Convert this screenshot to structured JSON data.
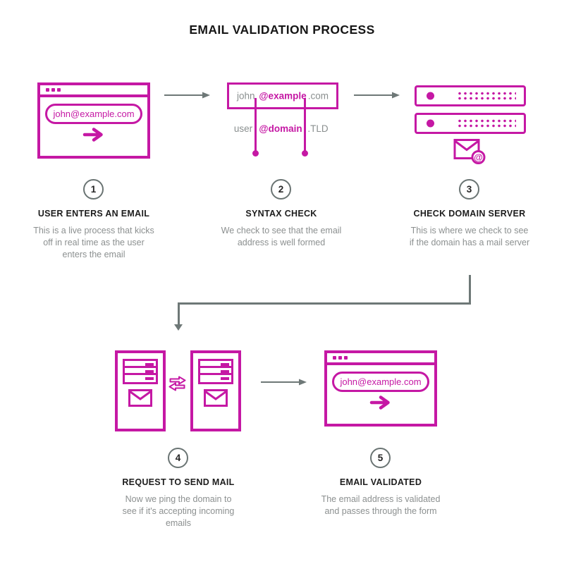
{
  "title": "EMAIL VALIDATION PROCESS",
  "email_value": "john@example.com",
  "syntax_example": {
    "user_part": "john",
    "domain_part": "@example",
    "tld_part": ".com"
  },
  "syntax_schema": {
    "user_part": "user",
    "domain_part": "@domain",
    "tld_part": ".TLD"
  },
  "icons": {
    "at_symbol": "@"
  },
  "colors": {
    "accent_magenta": "#c518a4",
    "connector_gray": "#6e7877",
    "heading_text": "#1d1d1d",
    "body_text": "#8c9090"
  },
  "steps": [
    {
      "number": "1",
      "title": "USER ENTERS AN EMAIL",
      "description": "This is a live process that kicks off in real time as the user enters the email"
    },
    {
      "number": "2",
      "title": "SYNTAX CHECK",
      "description": "We check to see that the email address is well formed"
    },
    {
      "number": "3",
      "title": "CHECK DOMAIN SERVER",
      "description": "This is where we check to see if the domain has a mail server"
    },
    {
      "number": "4",
      "title": "REQUEST TO SEND MAIL",
      "description": "Now we ping the domain to see if it's accepting incoming emails"
    },
    {
      "number": "5",
      "title": "EMAIL VALIDATED",
      "description": "The email address is validated and passes through the form"
    }
  ]
}
